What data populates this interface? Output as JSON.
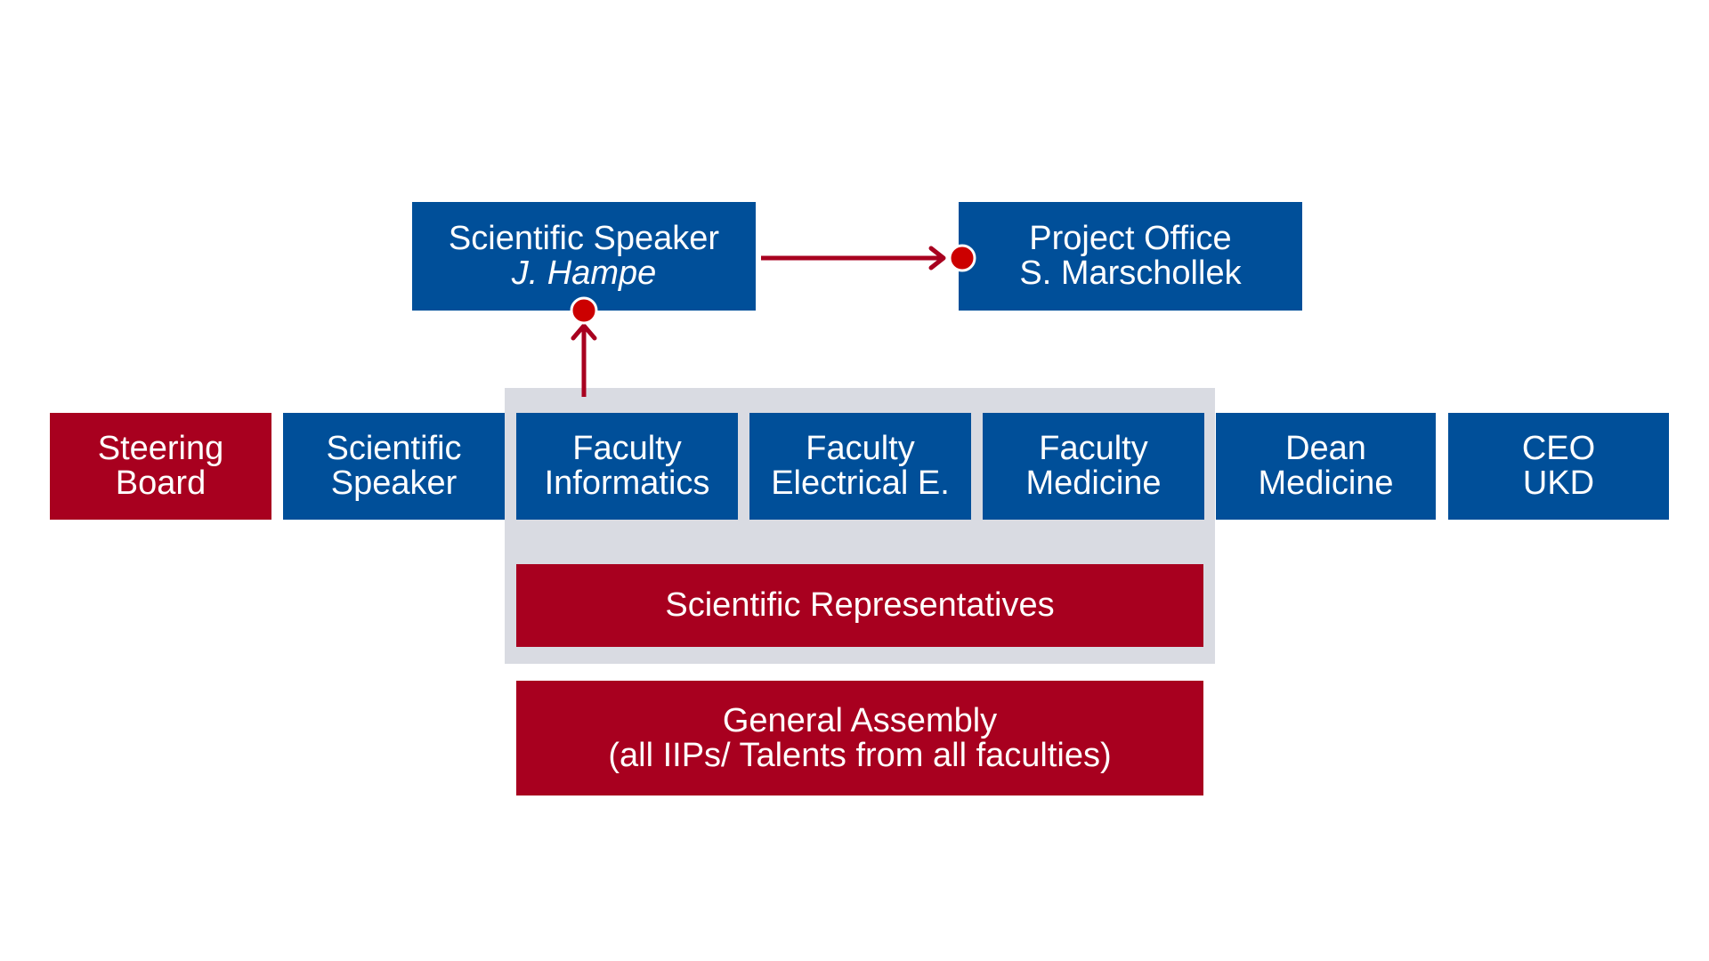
{
  "colors": {
    "blue": "#004f99",
    "red": "#a8001f",
    "group_background": "#d9dbe2",
    "connector": "#a8001f",
    "dot": "#cc0000"
  },
  "top": {
    "scientific_speaker": {
      "line1": "Scientific Speaker",
      "line2": "J. Hampe"
    },
    "project_office": {
      "line1": "Project Office",
      "line2": "S. Marschollek"
    }
  },
  "row": {
    "steering_board": {
      "line1": "Steering",
      "line2": "Board"
    },
    "scientific_speaker": {
      "line1": "Scientific",
      "line2": "Speaker"
    },
    "faculty_informatics": {
      "line1": "Faculty",
      "line2": "Informatics"
    },
    "faculty_electrical": {
      "line1": "Faculty",
      "line2": "Electrical E."
    },
    "faculty_medicine": {
      "line1": "Faculty",
      "line2": "Medicine"
    },
    "dean_medicine": {
      "line1": "Dean",
      "line2": "Medicine"
    },
    "ceo_ukd": {
      "line1": "CEO",
      "line2": "UKD"
    }
  },
  "scientific_representatives": {
    "label": "Scientific Representatives"
  },
  "general_assembly": {
    "line1": "General Assembly",
    "line2": "(all IIPs/ Talents from all faculties)"
  }
}
